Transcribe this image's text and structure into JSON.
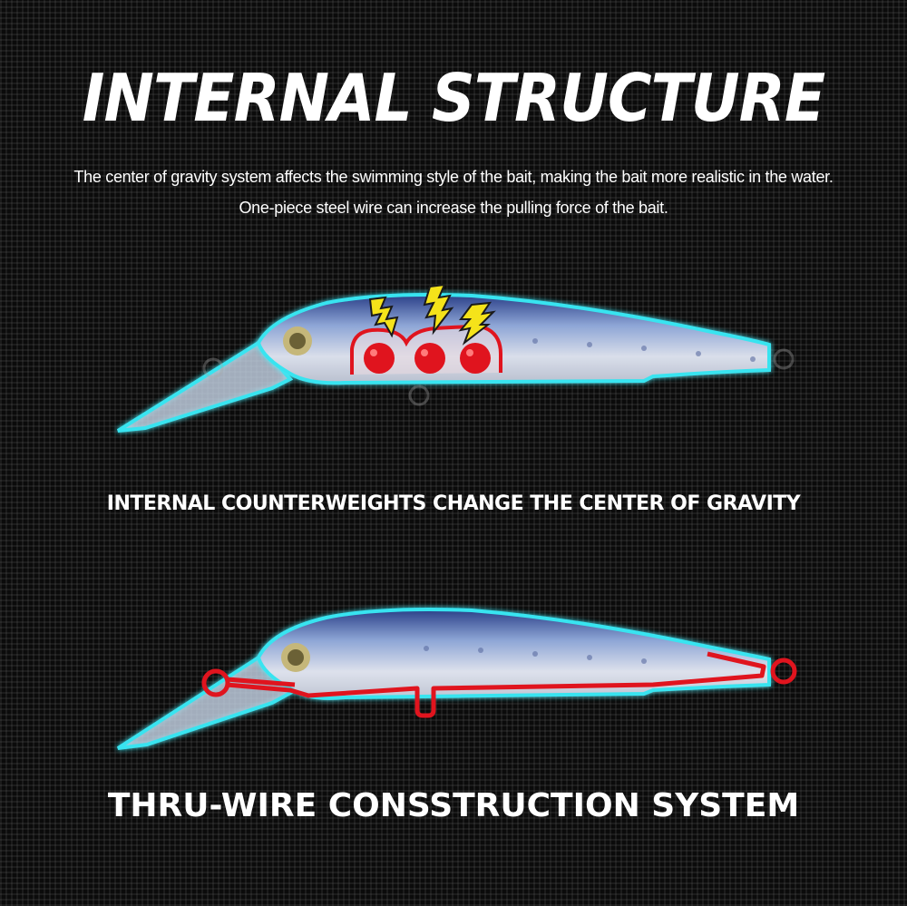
{
  "title": "INTERNAL STRUCTURE",
  "description": [
    "The center of gravity system affects the swimming style of the bait, making the bait more realistic in the water.",
    "One-piece steel wire can increase the pulling force of the bait."
  ],
  "sections": [
    {
      "heading": "INTERNAL COUNTERWEIGHTS CHANGE THE CENTER OF GRAVITY"
    },
    {
      "heading": "THRU-WIRE CONSSTRUCTION SYSTEM"
    }
  ],
  "colors": {
    "outline": "#39e4f0",
    "weight": "#e0141e",
    "lightning": "#f5e31a",
    "wire": "#e0141e"
  }
}
